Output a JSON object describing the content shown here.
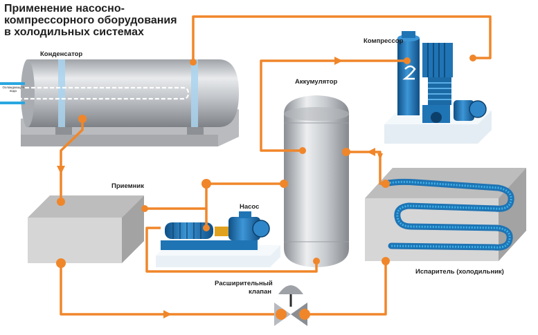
{
  "title": {
    "line1": "Применение насосно-",
    "line2": "компрессорного оборудования",
    "line3": "в холодильных системах"
  },
  "labels": {
    "condenser": "Конденсатор",
    "cooling_water": "Охлаждающая вода",
    "receiver": "Приемник",
    "pump": "Насос",
    "accumulator": "Аккумулятор",
    "compressor": "Компрессор",
    "evaporator": "Испаритель (холодильник)",
    "expansion_valve_1": "Расширительный",
    "expansion_valve_2": "клапан"
  },
  "colors": {
    "pipe": "#f0862a",
    "title": "#1f1f1f",
    "machine_blue": "#1f74b4",
    "water_blue": "#2aa7e0",
    "metal": "#c9ccd0",
    "box_front": "#d8d8d8",
    "box_top": "#bdbdbd",
    "base": "#e4edf3"
  },
  "icons": {
    "pump": "centrifugal-pump-icon",
    "compressor": "compressor-icon",
    "valve": "expansion-valve-icon"
  }
}
